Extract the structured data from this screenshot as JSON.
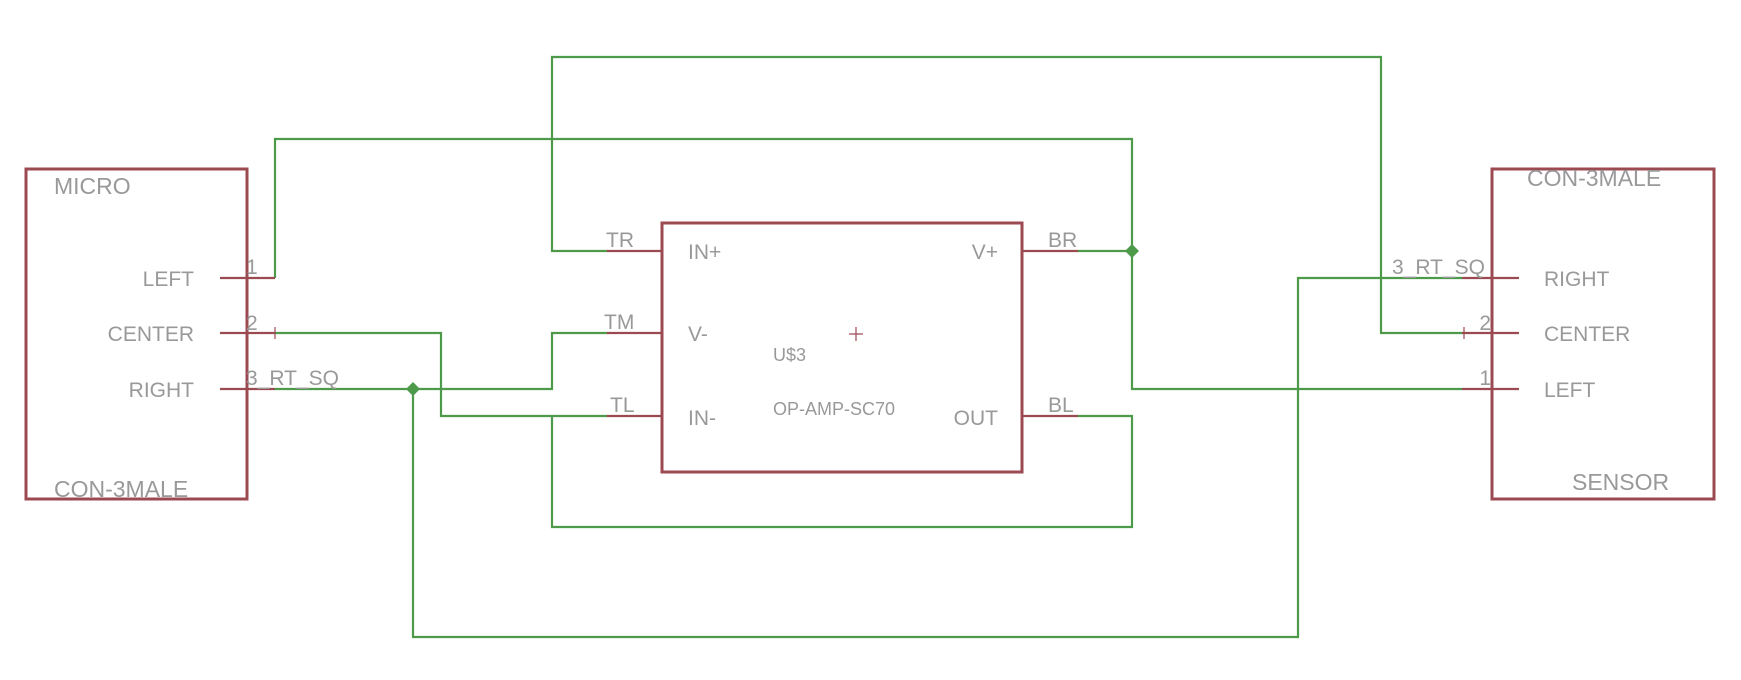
{
  "schematic": {
    "parts": {
      "micro": {
        "name": "MICRO",
        "value": "CON-3MALE",
        "pins": [
          {
            "name": "LEFT",
            "number": "1"
          },
          {
            "name": "CENTER",
            "number": "2"
          },
          {
            "name": "RIGHT",
            "number": "3"
          }
        ],
        "net_label": "3_RT_SQ"
      },
      "opamp": {
        "name": "U$3",
        "value": "OP-AMP-SC70",
        "pins": [
          {
            "name": "IN+",
            "pad": "TR"
          },
          {
            "name": "V-",
            "pad": "TM"
          },
          {
            "name": "IN-",
            "pad": "TL"
          },
          {
            "name": "V+",
            "pad": "BR"
          },
          {
            "name": "OUT",
            "pad": "BL"
          }
        ]
      },
      "sensor": {
        "name": "SENSOR",
        "value": "CON-3MALE",
        "pins": [
          {
            "name": "RIGHT",
            "number": "3"
          },
          {
            "name": "CENTER",
            "number": "2"
          },
          {
            "name": "LEFT",
            "number": "1"
          }
        ],
        "net_label": "3_RT_SQ"
      }
    },
    "colors": {
      "wire": "#4c9a4a",
      "part": "#9c4a52",
      "text": "#999999"
    }
  }
}
